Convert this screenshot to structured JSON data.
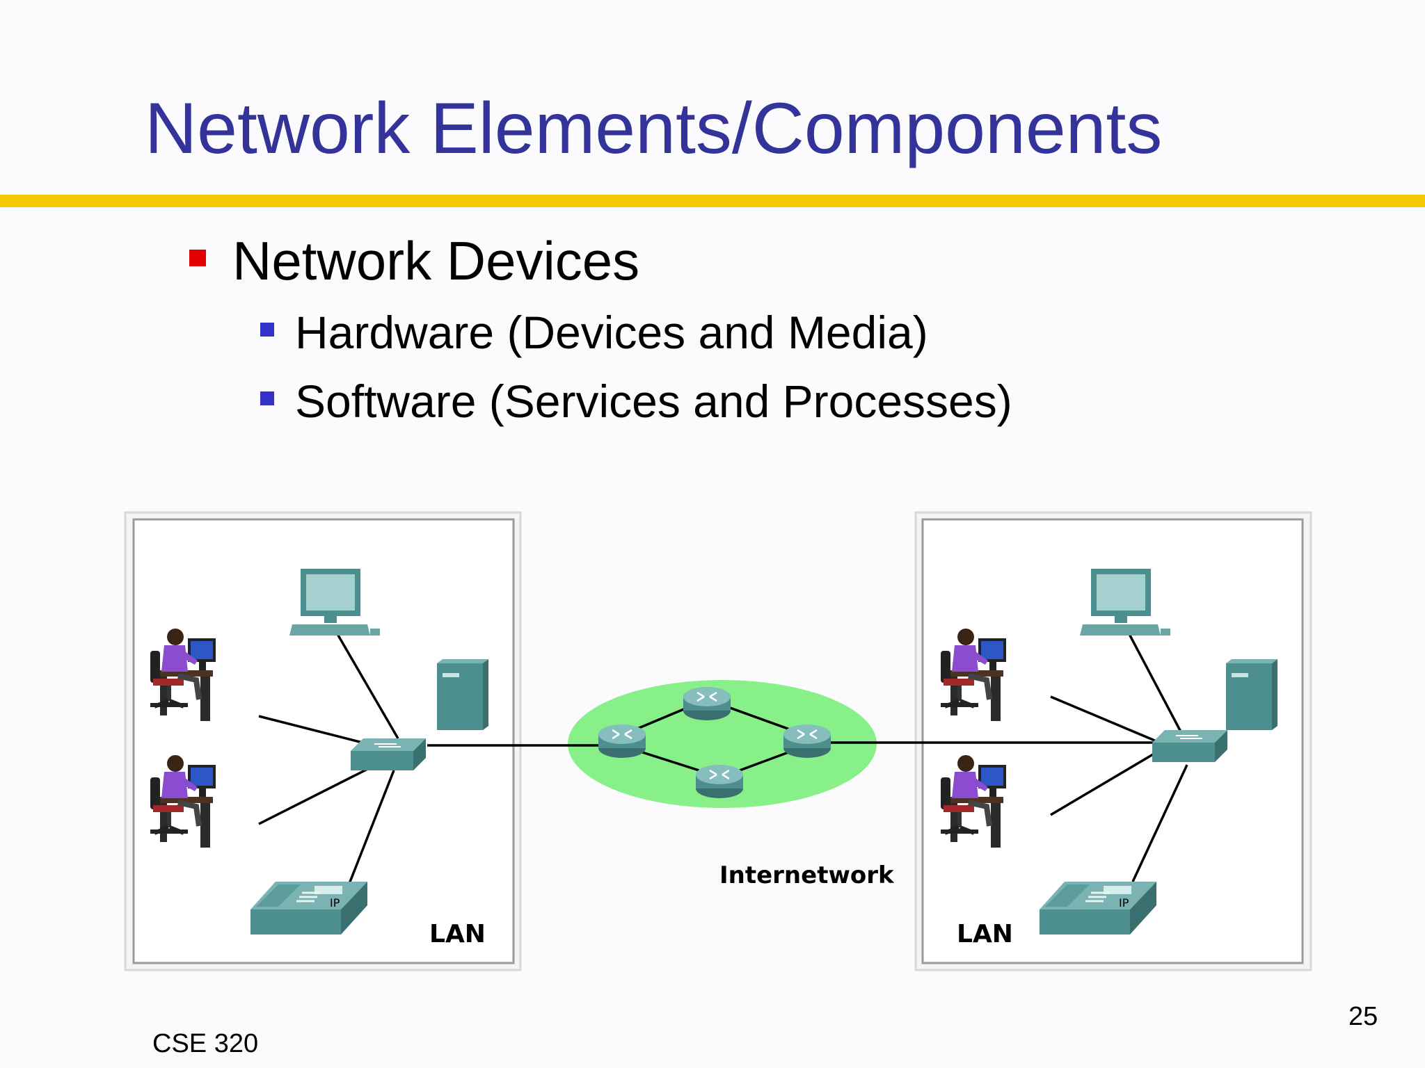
{
  "slide": {
    "title": "Network Elements/Components",
    "bullets": {
      "level1": "Network Devices",
      "level2": [
        "Hardware (Devices and Media)",
        "Software (Services and Processes)"
      ]
    },
    "footer": "CSE 320",
    "page_number": "25"
  },
  "diagram": {
    "lan_left_label": "LAN",
    "lan_right_label": "LAN",
    "internetwork_label": "Internetwork"
  },
  "colors": {
    "title": "#33339a",
    "rule": "#f5c800",
    "bullet_level1": "#e00000",
    "bullet_level2": "#3232c8",
    "internetwork_cloud": "#88f088",
    "device": "#4d8f8f"
  }
}
